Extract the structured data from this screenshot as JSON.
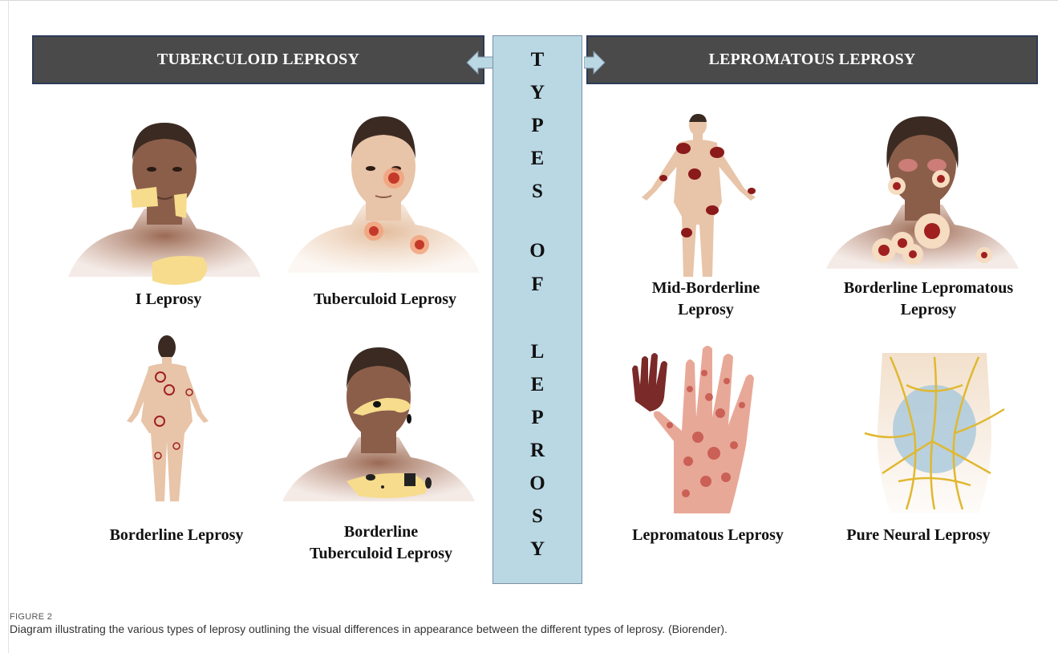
{
  "banners": {
    "left": "TUBERCULOID LEPROSY",
    "right": "LEPROMATOUS LEPROSY"
  },
  "center_letters": [
    "T",
    "Y",
    "P",
    "E",
    "S",
    "O",
    "F",
    "L",
    "E",
    "P",
    "R",
    "O",
    "S",
    "Y"
  ],
  "panels": {
    "p1": {
      "line1": "I Leprosy",
      "line2": ""
    },
    "p2": {
      "line1": "Tuberculoid Leprosy",
      "line2": ""
    },
    "p3": {
      "line1": "Borderline Leprosy",
      "line2": ""
    },
    "p4": {
      "line1": "Borderline",
      "line2": "Tuberculoid Leprosy"
    },
    "p5": {
      "line1": "Mid-Borderline",
      "line2": "Leprosy"
    },
    "p6": {
      "line1": "Borderline Lepromatous",
      "line2": "Leprosy"
    },
    "p7": {
      "line1": "Lepromatous Leprosy",
      "line2": ""
    },
    "p8": {
      "line1": "Pure Neural Leprosy",
      "line2": ""
    }
  },
  "figure": {
    "label": "FIGURE 2",
    "caption": "Diagram illustrating the various types of leprosy outlining the visual differences in appearance between the different types of leprosy. (Biorender)."
  },
  "colors": {
    "banner": "#4a4a4a",
    "center_column": "#b9d8e4",
    "skin_dark": "#8b5e4a",
    "skin_light": "#e8c4a8",
    "patch_yellow": "#f6dc8c",
    "lesion_red": "#8b1a1a"
  }
}
